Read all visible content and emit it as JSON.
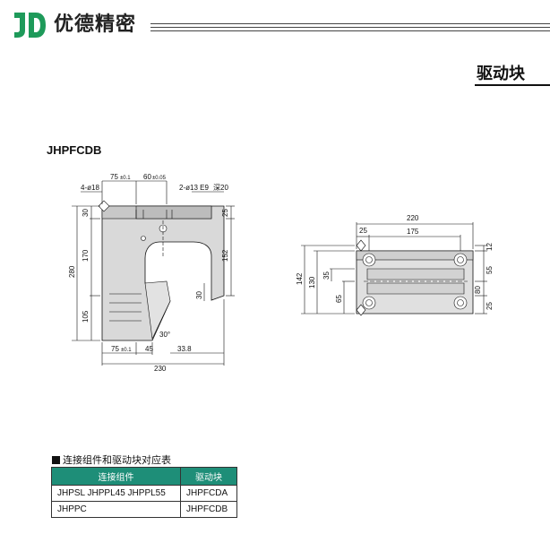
{
  "brand": {
    "name": "优德精密",
    "logo_letters": "JD",
    "logo_color": "#1e9a5a"
  },
  "section": {
    "title": "驱动块"
  },
  "model": {
    "code": "JHPFCDB"
  },
  "left_view_dims": {
    "top_width": "75",
    "top_width_tol": "±0.1",
    "top_right": "60",
    "top_right_tol": "±0.05",
    "hole_left": "4-ø18",
    "hole_right_prefix": "2-ø13 E9",
    "hole_right_suffix": "深20",
    "upper_thickness": "30",
    "right_top": "25",
    "overall_height": "280",
    "upper_height": "170",
    "lower_height": "105",
    "right_height": "152",
    "jaw": "30",
    "angle": "30°",
    "bottom_width": "75",
    "bottom_width_tol": "±0.1",
    "bottom_mid": "45",
    "bottom_offset": "33.8",
    "overall_width": "230"
  },
  "right_view_dims": {
    "overall_width": "220",
    "left_offset": "25",
    "hole_pitch": "175",
    "top_right": "12",
    "right_mid": "55",
    "right_lower": "80",
    "right_bottom": "25",
    "overall_height": "142",
    "height_130": "130",
    "height_35": "35",
    "height_65": "65"
  },
  "table": {
    "caption": "连接组件和驱动块对应表",
    "headers": [
      "连接组件",
      "驱动块"
    ],
    "rows": [
      {
        "component": "JHPSL  JHPPL45  JHPPL55",
        "block": "JHPFCDA"
      },
      {
        "component": "JHPPC",
        "block": "JHPFCDB"
      }
    ],
    "header_color": "#1e8e78"
  }
}
